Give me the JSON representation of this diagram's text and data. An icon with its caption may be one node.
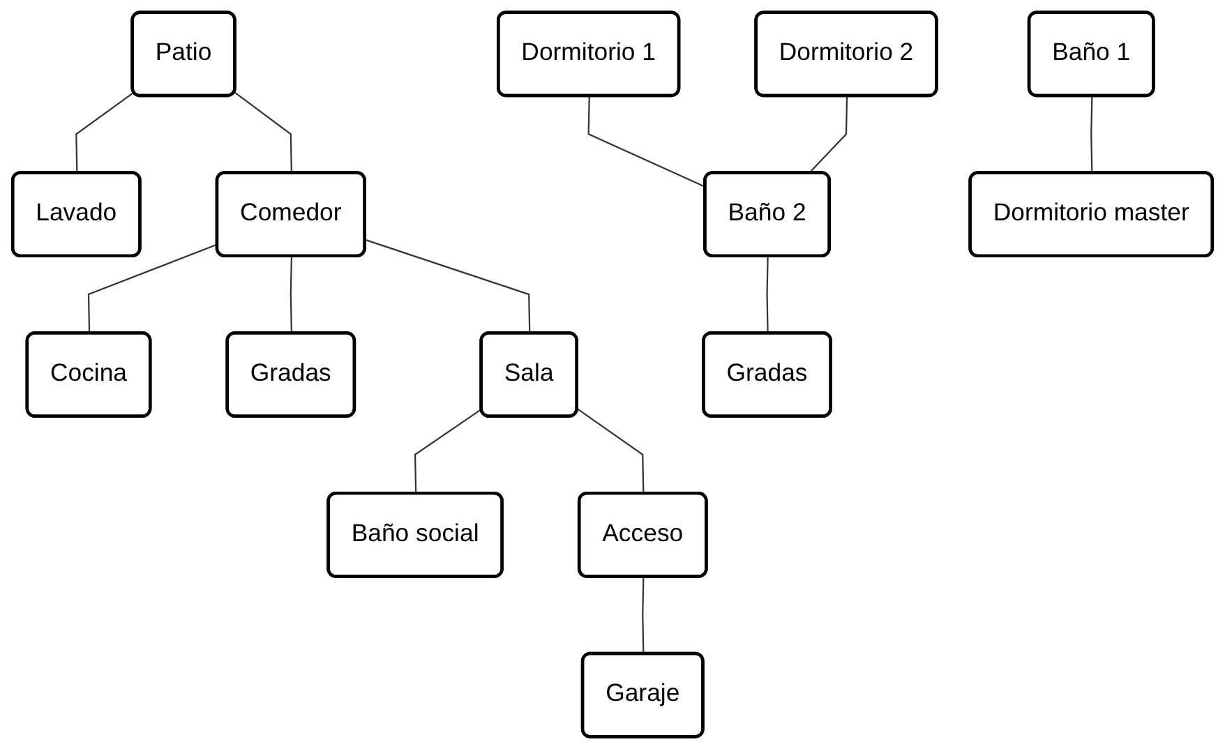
{
  "diagram": {
    "nodes": [
      {
        "text": [
          "Patio"
        ]
      },
      {
        "text": [
          "Lavado"
        ]
      },
      {
        "text": [
          "Comedor"
        ]
      },
      {
        "text": [
          "Cocina"
        ]
      },
      {
        "text": [
          "Gradas"
        ]
      },
      {
        "text": [
          "Sala"
        ]
      },
      {
        "text": [
          "Baño social"
        ]
      },
      {
        "text": [
          "Acceso"
        ]
      },
      {
        "text": [
          "Garaje"
        ]
      },
      {
        "text": [
          "Dormitorio 1"
        ]
      },
      {
        "text": [
          "Dormitorio 2"
        ]
      },
      {
        "text": [
          "Baño 2"
        ]
      },
      {
        "text": [
          "Baño 1"
        ]
      },
      {
        "text": [
          "Dormitorio master"
        ]
      },
      {
        "text": [
          "Gradas"
        ]
      }
    ],
    "edges": [
      {
        "from": 0,
        "to": 1,
        "arrow": "none"
      },
      {
        "from": 0,
        "to": 2,
        "arrow": "none"
      },
      {
        "from": 2,
        "to": 3,
        "arrow": "none"
      },
      {
        "from": 2,
        "to": 4,
        "arrow": "none"
      },
      {
        "from": 2,
        "to": 5,
        "arrow": "none"
      },
      {
        "from": 5,
        "to": 6,
        "arrow": "none"
      },
      {
        "from": 5,
        "to": 7,
        "arrow": "none"
      },
      {
        "from": 7,
        "to": 8,
        "arrow": "none"
      },
      {
        "from": 9,
        "to": 11,
        "arrow": "none"
      },
      {
        "from": 10,
        "to": 11,
        "arrow": "none"
      },
      {
        "from": 11,
        "to": 14,
        "arrow": "none"
      },
      {
        "from": 12,
        "to": 13,
        "arrow": "none"
      }
    ]
  }
}
